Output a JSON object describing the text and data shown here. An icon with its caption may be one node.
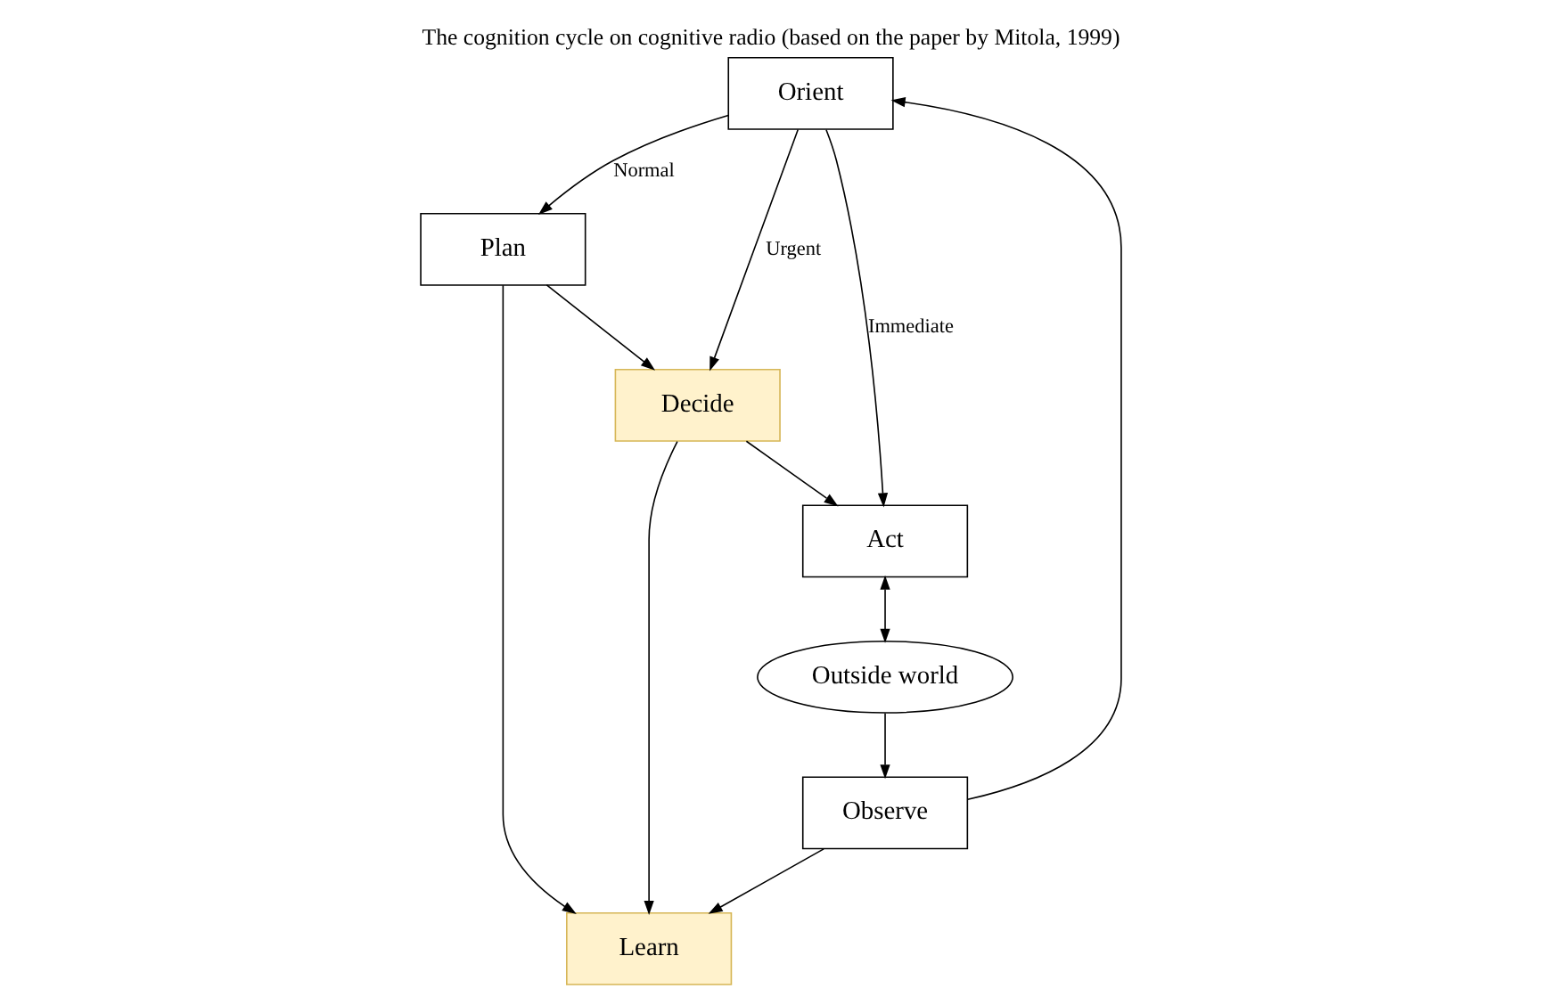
{
  "diagram": {
    "title": "The cognition cycle on cognitive radio (based on the paper by Mitola, 1999)",
    "nodes": [
      {
        "text": [
          "Orient"
        ]
      },
      {
        "text": [
          "Observe"
        ]
      },
      {
        "text": [
          "Plan"
        ]
      },
      {
        "text": [
          "Outside world"
        ]
      },
      {
        "text": [
          "Learn"
        ]
      },
      {
        "text": [
          "Decide"
        ]
      },
      {
        "text": [
          "Act"
        ]
      }
    ],
    "edges": [
      {
        "from": 3,
        "to": 1,
        "arrow": "to"
      },
      {
        "from": 1,
        "to": 0,
        "arrow": "to"
      },
      {
        "from": 0,
        "to": 2,
        "arrow": "to",
        "label": "Normal"
      },
      {
        "from": 0,
        "to": 6,
        "arrow": "to",
        "label": "Immediate"
      },
      {
        "from": 0,
        "to": 5,
        "arrow": "to",
        "label": "Urgent"
      },
      {
        "from": 1,
        "to": 4,
        "arrow": "to"
      },
      {
        "from": 2,
        "to": 4,
        "arrow": "to"
      },
      {
        "from": 2,
        "to": 5,
        "arrow": "to"
      },
      {
        "from": 5,
        "to": 4,
        "arrow": "to"
      },
      {
        "from": 5,
        "to": 6,
        "arrow": "to"
      },
      {
        "from": 6,
        "to": 3,
        "arrow": "both"
      }
    ]
  }
}
